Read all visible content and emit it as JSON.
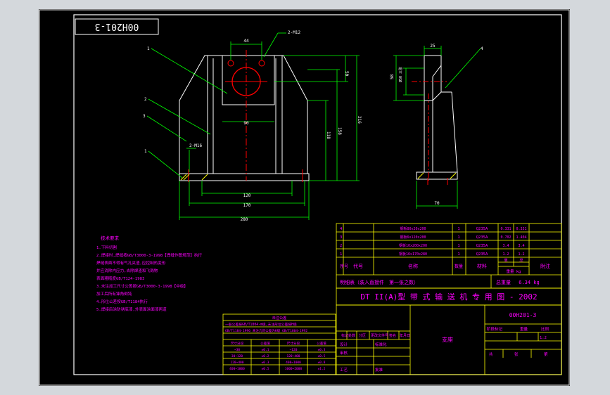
{
  "drawing": {
    "code_box": "00H201-3",
    "dims": {
      "d44": "44",
      "holes": "2-M12",
      "d50": "50",
      "d90": "90",
      "d216": "216",
      "d158": "158",
      "d118": "118",
      "d2m16": "2-M16",
      "d120": "120",
      "d170": "170",
      "d280": "280",
      "side_top": "25",
      "side_v1": "58",
      "side_v2": "Ø50 三张",
      "side_w": "70"
    },
    "leaders": [
      "1",
      "2",
      "3",
      "1",
      "4"
    ]
  },
  "notes": {
    "title": "技术要求",
    "lines": [
      "1.下料切割",
      "2.焊接时,焊缝按GB/T3000-3-1998【焊缝作图规范】执行",
      "  焊缝表面不得有气孔夹渣,应控制热变形",
      "  并应消除内应力,去除焊渣和飞溅物",
      "  表面粗糙度GB/T124-1983",
      "3.未注加工尺寸公差按GB/T3000-3-1998【中级】",
      "  加工后所有锋角倒钝",
      "4.形位公差按GB/T1184执行",
      "5.焊接后涂防锈底漆,外表面涂面漆两道"
    ]
  },
  "tol_table": {
    "title": "未注公差",
    "row1": "一般公差按GB/T1804-m级,未注形位公差按H级",
    "row2": "GB/T1184-1996 未注几何公差为K级 GB/T1804-1992",
    "h1": "尺寸分段",
    "h2": "公差值",
    "h3": "尺寸分段",
    "h4": "公差值",
    "rows": [
      [
        "~30",
        "±0.1",
        "~120",
        "±0.3"
      ],
      [
        "30~120",
        "±0.2",
        "120~400",
        "±0.5"
      ],
      [
        "120~400",
        "±0.3",
        "400~1000",
        "±0.8"
      ],
      [
        "400~1000",
        "±0.5",
        "1000~2000",
        "±1.2"
      ]
    ]
  },
  "bom": {
    "rows": [
      {
        "no": "4",
        "name": "钢板80x20x200",
        "qty": "1",
        "mat": "Q235A",
        "w1": "0.331",
        "w2": "0.331"
      },
      {
        "no": "3",
        "name": "钢板6x120x200",
        "qty": "1",
        "mat": "Q235A",
        "w1": "0.702",
        "w2": "1.404"
      },
      {
        "no": "2",
        "name": "钢板10x200x200",
        "qty": "1",
        "mat": "Q235A",
        "w1": "3.4",
        "w2": "3.4"
      },
      {
        "no": "1",
        "name": "钢板16x170x280",
        "qty": "1",
        "mat": "Q235A",
        "w1": "1.2",
        "w2": "1.2"
      }
    ],
    "header": {
      "no": "序号",
      "code": "代号",
      "name": "名称",
      "qty": "数量",
      "mat": "材料",
      "w_single": "单",
      "w_total": "总",
      "w_unit": "重量 kg",
      "remark": "附注"
    },
    "summary_left": "明细表（装入直接件　第一张之数）",
    "summary_right": "总重量　 6.34 kg"
  },
  "title_block": {
    "banner": "DT II(A)型  带 式 输 送 机 专 用 图 - 2002",
    "drawing_no": "00H201-3",
    "part_name": "支座",
    "labels": {
      "mark": "标记",
      "count": "处数",
      "zone": "分区",
      "change": "更改文件号",
      "sign": "签名",
      "date": "年月日",
      "design": "设计",
      "std": "标准化",
      "check": "审核",
      "craft": "工艺",
      "approve": "批准",
      "stage": "阶段标记",
      "weight": "重量",
      "scale": "比例",
      "scale_val": "1:2",
      "sheets": "共",
      "sheet": "张",
      "of": "第"
    }
  },
  "colors": {
    "background": "#000000",
    "frame": "#ffffff",
    "table_lines": "#ffff00",
    "outline": "#ffffff",
    "dims": "#00ff00",
    "text": "#ff00ff",
    "center": "#ff0000",
    "code_text": "#ffffff"
  }
}
